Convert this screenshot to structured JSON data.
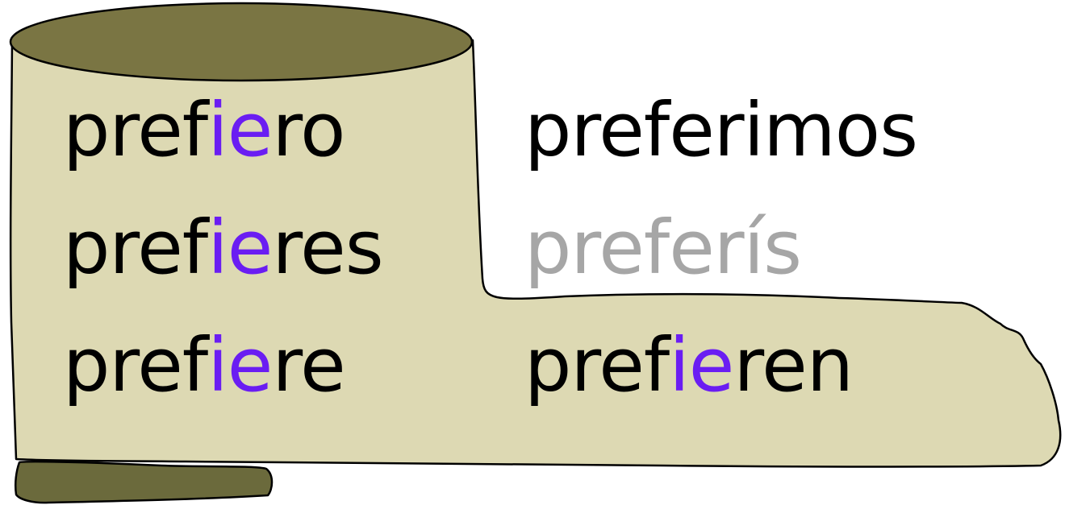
{
  "colors": {
    "boot_fill": "#ddd9b3",
    "boot_stroke": "#000000",
    "boot_top": "#7a7543",
    "boot_heel": "#6b6a3c",
    "stem_text": "#000000",
    "changed_vowels": "#6a1df2",
    "nonboot_form": "#a6a6a6"
  },
  "conjugation": {
    "singular": [
      {
        "pre": "pref",
        "change": "ie",
        "post": "ro"
      },
      {
        "pre": "pref",
        "change": "ie",
        "post": "res"
      },
      {
        "pre": "pref",
        "change": "ie",
        "post": "re"
      }
    ],
    "plural": [
      {
        "pre": "preferimos",
        "change": "",
        "post": ""
      },
      {
        "pre": "preferís",
        "change": "",
        "post": ""
      },
      {
        "pre": "pref",
        "change": "ie",
        "post": "ren"
      }
    ]
  }
}
